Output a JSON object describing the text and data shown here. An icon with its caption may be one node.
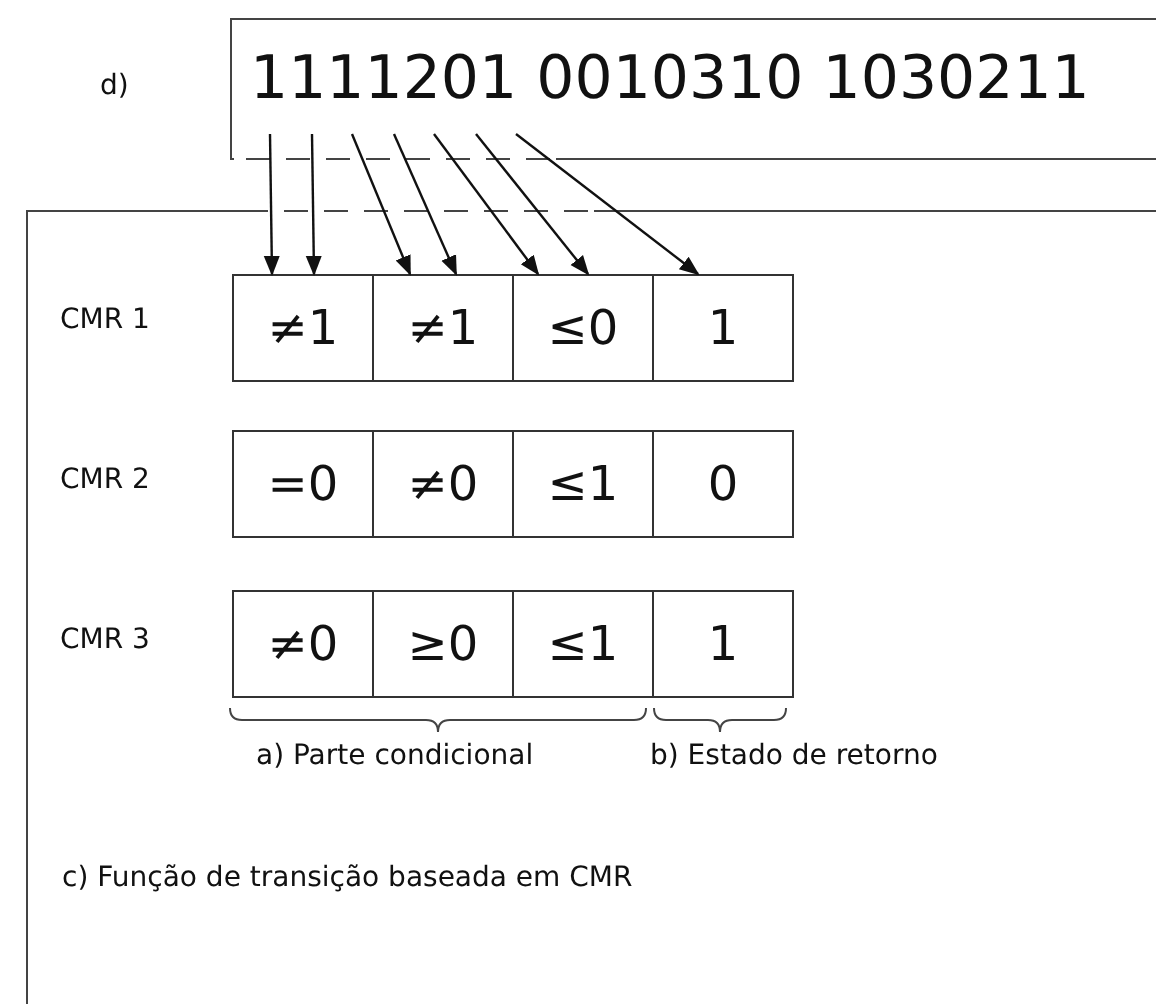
{
  "diagram": {
    "nodes": [
      {
        "text": [
          "1111201 0010310 1030211"
        ],
        "beside": [
          "d)"
        ]
      },
      {
        "text": [
          "c) Função de transição baseada em CMR"
        ]
      },
      {
        "text": [
          "≠1"
        ],
        "in": 1
      },
      {
        "text": [
          "≠1"
        ],
        "in": 1
      },
      {
        "text": [
          "≤0"
        ],
        "in": 1
      },
      {
        "text": [
          "1"
        ],
        "in": 1
      },
      {
        "text": [
          "=0"
        ],
        "in": 1
      },
      {
        "text": [
          "≠0"
        ],
        "in": 1
      },
      {
        "text": [
          "≤1"
        ],
        "in": 1
      },
      {
        "text": [
          "0"
        ],
        "in": 1
      },
      {
        "text": [
          "≠0"
        ],
        "in": 1
      },
      {
        "text": [
          "≥0"
        ],
        "in": 1
      },
      {
        "text": [
          "≤1"
        ],
        "in": 1
      },
      {
        "text": [
          "1"
        ],
        "in": 1
      }
    ],
    "edges": [
      {
        "from": 0,
        "to": 2,
        "arrow": "to"
      },
      {
        "from": 0,
        "to": 2,
        "arrow": "to"
      },
      {
        "from": 0,
        "to": 3,
        "arrow": "to"
      },
      {
        "from": 0,
        "to": 3,
        "arrow": "to"
      },
      {
        "from": 0,
        "to": 4,
        "arrow": "to"
      },
      {
        "from": 0,
        "to": 4,
        "arrow": "to"
      },
      {
        "from": 0,
        "to": 5,
        "arrow": "to"
      }
    ],
    "labels": [
      "CMR 1",
      "CMR 2",
      "CMR 3",
      "a) Parte condicional",
      "b) Estado de retorno"
    ]
  }
}
